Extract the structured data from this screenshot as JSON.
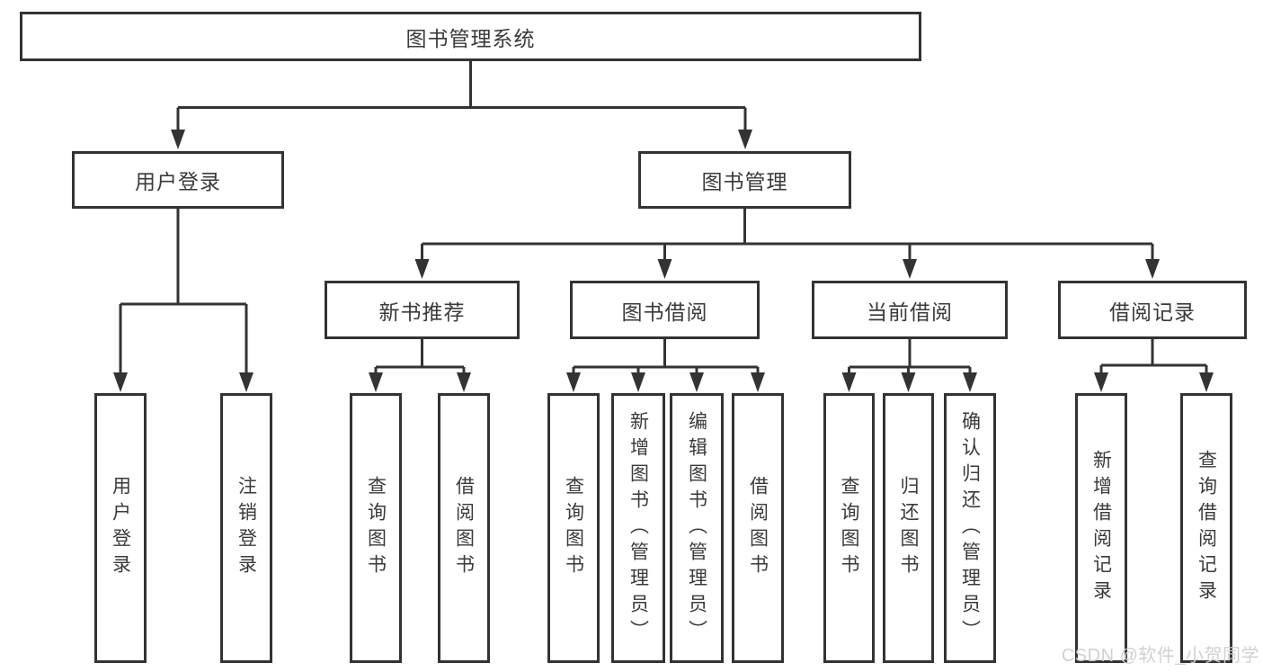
{
  "nodes": {
    "root": "图书管理系统",
    "login": "用户登录",
    "management": "图书管理",
    "login_children": [
      "用户登录",
      "注销登录"
    ],
    "mgmt_sections": [
      {
        "label": "新书推荐",
        "children": [
          "查询图书",
          "借阅图书"
        ]
      },
      {
        "label": "图书借阅",
        "children": [
          "查询图书",
          "新增图书（管理员）",
          "编辑图书（管理员）",
          "借阅图书"
        ]
      },
      {
        "label": "当前借阅",
        "children": [
          "查询图书",
          "归还图书",
          "确认归还（管理员）"
        ]
      },
      {
        "label": "借阅记录",
        "children": [
          "新增借阅记录",
          "查询借阅记录"
        ]
      }
    ]
  },
  "colors": {
    "line": "#333333",
    "text": "#3a3a3a",
    "background": "#ffffff",
    "watermark": "#cfcfcf"
  },
  "watermark": {
    "text": "CSDN @软件_小贺同学"
  }
}
